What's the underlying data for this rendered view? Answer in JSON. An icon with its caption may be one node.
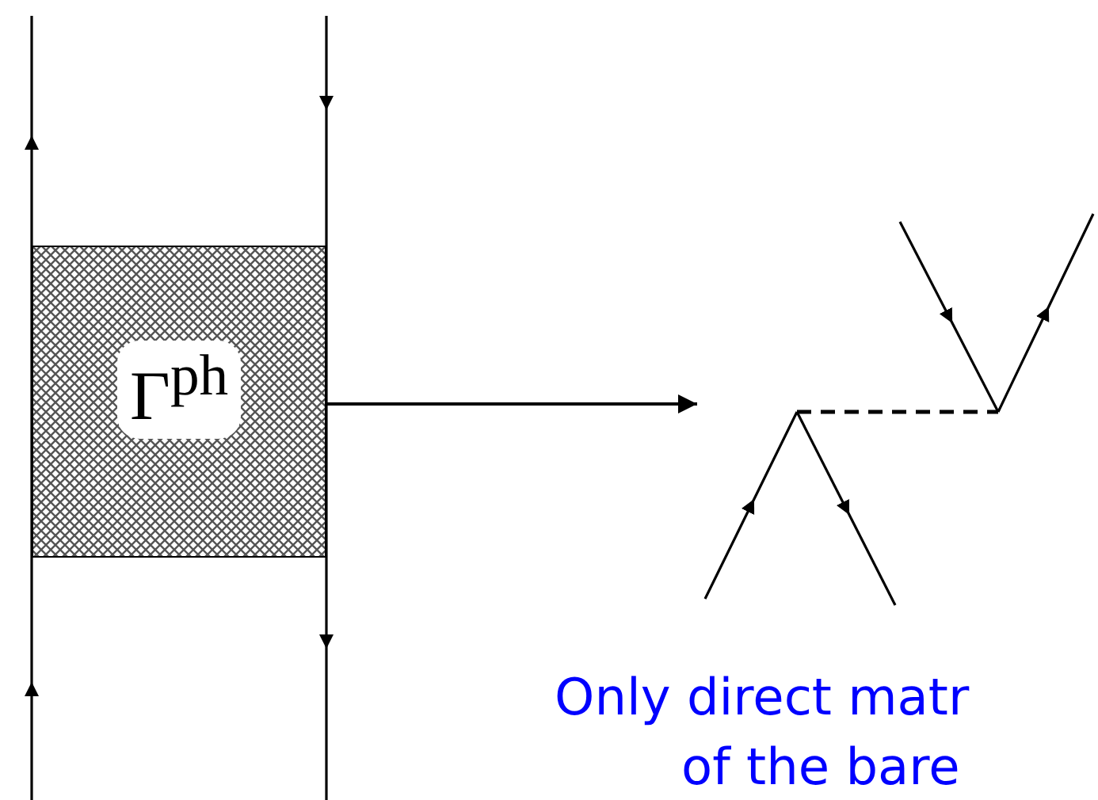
{
  "diagram": {
    "nodes": [
      {
        "text": [
          "Γ$^{ph}$"
        ]
      },
      {
        "text": [],
        "shape": "picture"
      }
    ],
    "edges": [
      {
        "from": 0,
        "to": 1,
        "arrow": "to"
      }
    ],
    "labels": [
      "Only direct matr",
      "of the bare"
    ]
  }
}
